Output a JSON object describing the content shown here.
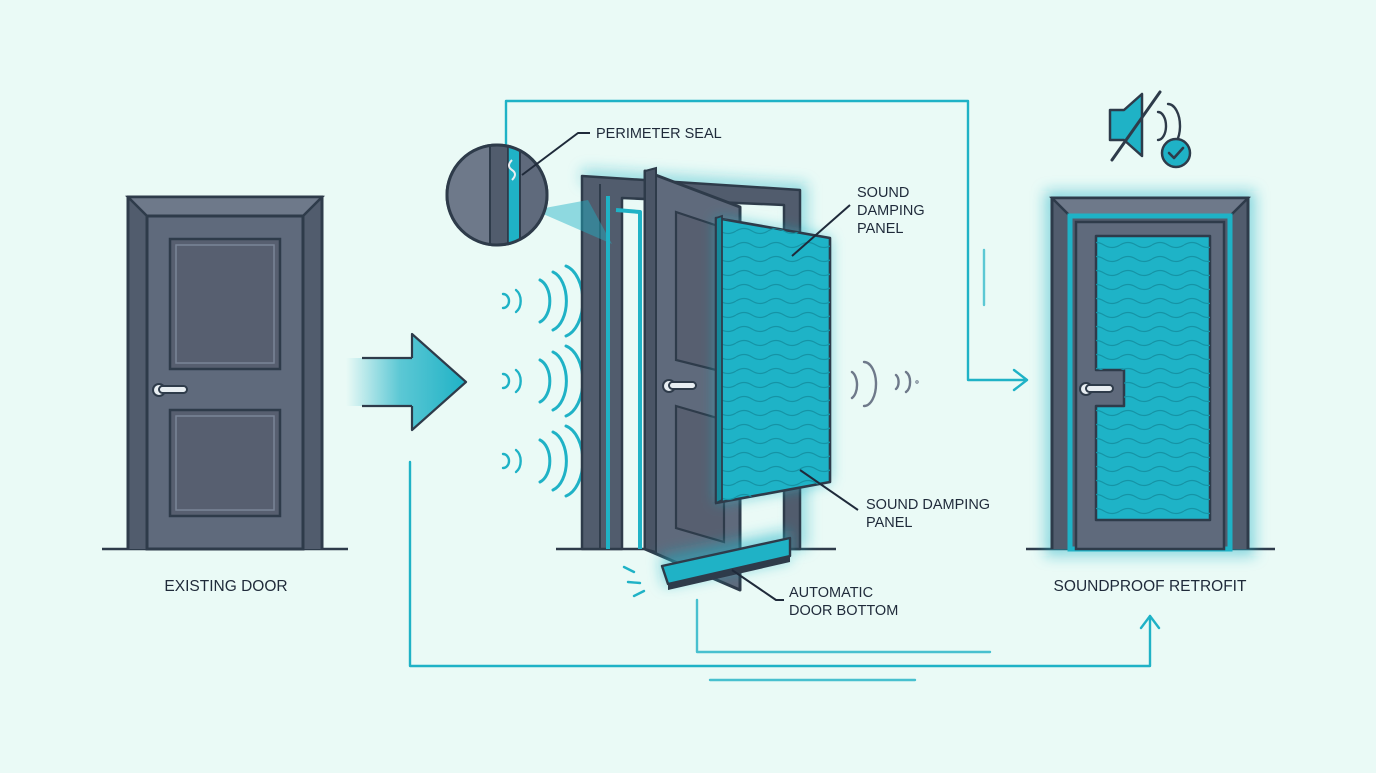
{
  "labels": {
    "existing_door": "EXISTING DOOR",
    "soundproof_retrofit": "SOUNDPROOF RETROFIT",
    "perimeter_seal": "PERIMETER SEAL",
    "damping_panel_top": [
      "SOUND",
      "DAMPING",
      "PANEL"
    ],
    "damping_panel_bottom": [
      "SOUND DAMPING",
      "PANEL"
    ],
    "door_bottom": [
      "AUTOMATIC",
      "DOOR BOTTOM"
    ]
  },
  "icons": {
    "muted_speaker": "speaker-muted-icon",
    "check": "check-circle-icon"
  },
  "colors": {
    "background": "#eafaf6",
    "outline": "#2e3b4a",
    "door": "#5f6a7c",
    "door_dark": "#4a5566",
    "accent": "#1fb2c6",
    "label": "#1f2a3a"
  }
}
